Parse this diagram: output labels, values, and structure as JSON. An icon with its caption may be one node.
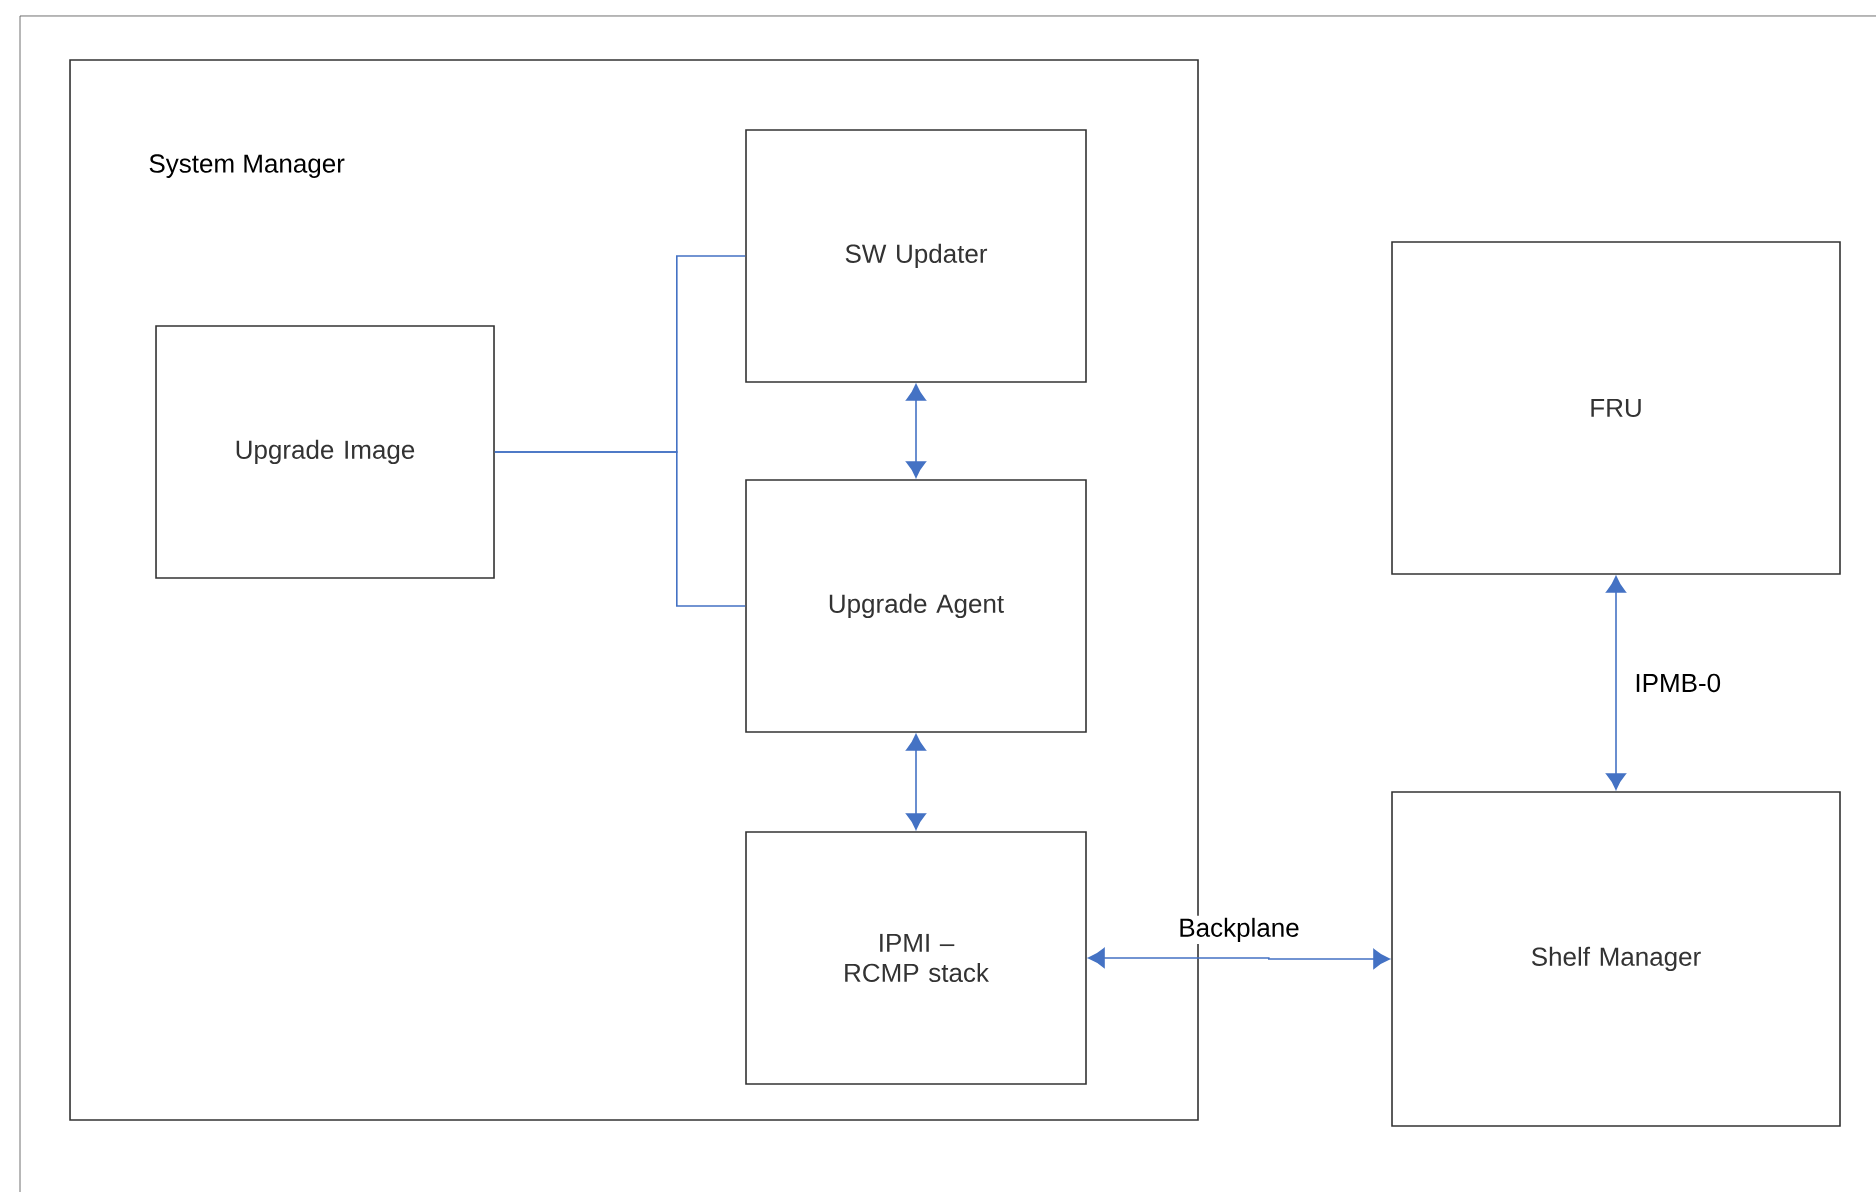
{
  "diagram": {
    "nodes": [
      {
        "text": [
          "System Manager"
        ]
      },
      {
        "text": [
          "SW Updater"
        ],
        "in": 0
      },
      {
        "text": [
          "Upgrade Image"
        ],
        "in": 0
      },
      {
        "text": [
          "Upgrade Agent"
        ],
        "in": 0
      },
      {
        "text": [
          "IPMI – RCMP stack"
        ],
        "in": 0
      },
      {
        "text": [
          "FRU"
        ]
      },
      {
        "text": [
          "Shelf Manager"
        ]
      }
    ],
    "edges": [
      {
        "from": 2,
        "to": 1,
        "arrow": "none"
      },
      {
        "from": 2,
        "to": 3,
        "arrow": "none"
      },
      {
        "from": 1,
        "to": 3,
        "arrow": "both"
      },
      {
        "from": 3,
        "to": 4,
        "arrow": "both"
      },
      {
        "from": 4,
        "to": 6,
        "arrow": "both",
        "label": "Backplane"
      },
      {
        "from": 5,
        "to": 6,
        "arrow": "both",
        "label": "IPMB-0"
      }
    ]
  }
}
